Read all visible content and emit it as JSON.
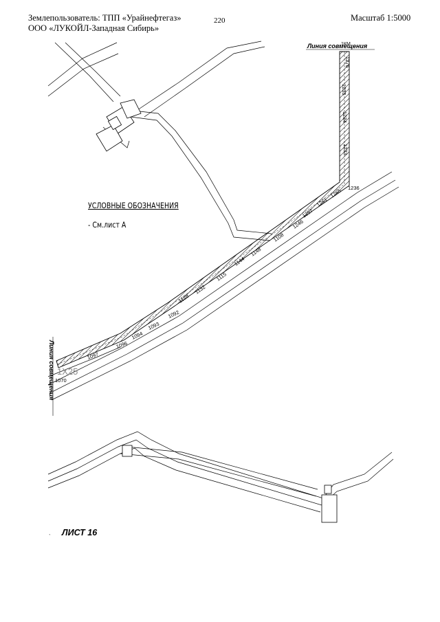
{
  "header": {
    "land_user": "Землепользователь: ТПП «Урайнефтегаз»",
    "company": "ООО «ЛУКОЙЛ-Западная Сибирь»",
    "page_number": "220",
    "scale": "Масштаб 1:5000"
  },
  "map": {
    "junction_line_top": "Линия совмещения",
    "junction_line_left": "Линия совмещения",
    "corridor_start_mark": "1КМ",
    "left_label": "1Х25",
    "left_number": "1070",
    "point_labels": [
      "1276",
      "1235",
      "1234",
      "1233",
      "1236",
      "1265",
      "1261",
      "1257",
      "1246",
      "1108",
      "1148",
      "1144",
      "1115",
      "1132",
      "1128",
      "1092",
      "1093",
      "1094",
      "1096",
      "1097"
    ]
  },
  "legend": {
    "title": "УСЛОВНЫЕ ОБОЗНАЧЕНИЯ",
    "item": "- См.лист А"
  },
  "sheet_label": "ЛИСТ 16",
  "colors": {
    "line": "#000000",
    "paper": "#ffffff"
  }
}
